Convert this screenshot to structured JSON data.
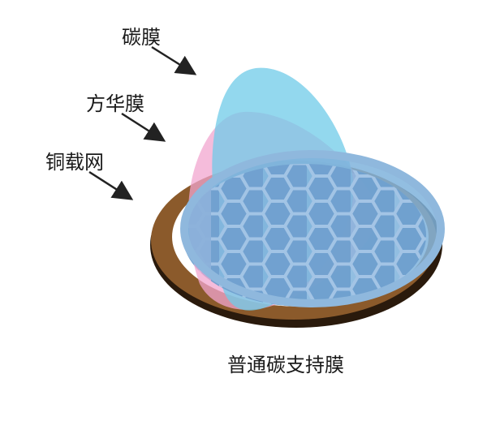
{
  "labels": {
    "carbon_film": "碳膜",
    "formvar_film": "方华膜",
    "copper_grid": "铜载网",
    "caption": "普通碳支持膜"
  },
  "colors": {
    "carbon_film": "#7fd3ec",
    "formvar_film": "#f2a6cf",
    "copper_grid": "#8b5a2b",
    "grid_mesh_fill": "#6f9fce",
    "grid_mesh_line": "#9bbfe0",
    "arrow": "#222222"
  },
  "icons": [
    "arrow-icon"
  ]
}
